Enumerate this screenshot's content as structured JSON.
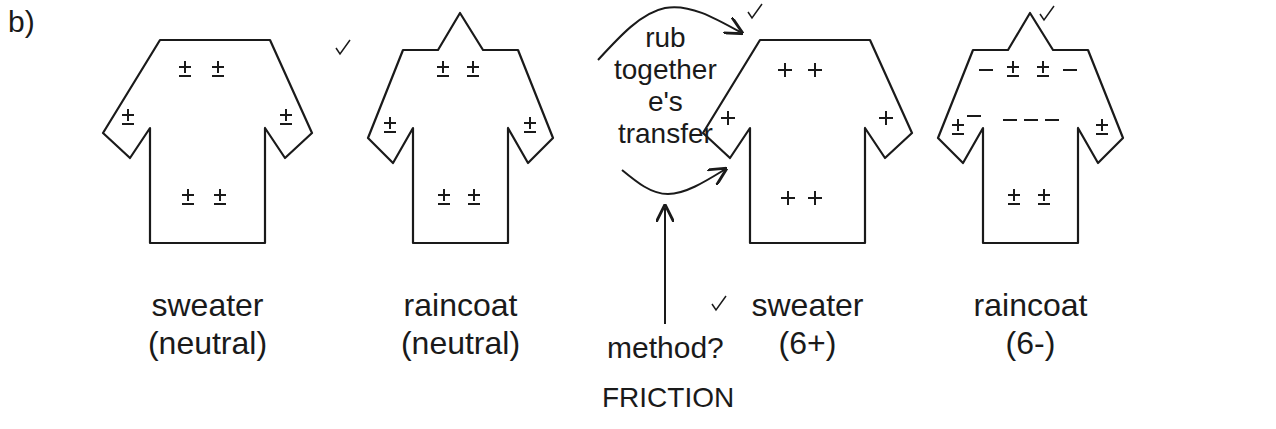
{
  "diagram": {
    "nodes": [
      {
        "text": [
          "sweater (neutral)"
        ]
      },
      {
        "text": [
          "raincoat (neutral)"
        ]
      },
      {
        "text": [
          "sweater (6+)"
        ]
      },
      {
        "text": [
          "raincoat (6-)"
        ]
      }
    ],
    "labels": [
      "b)",
      "rub together e's transfer",
      "method?",
      "FRICTION"
    ]
  }
}
